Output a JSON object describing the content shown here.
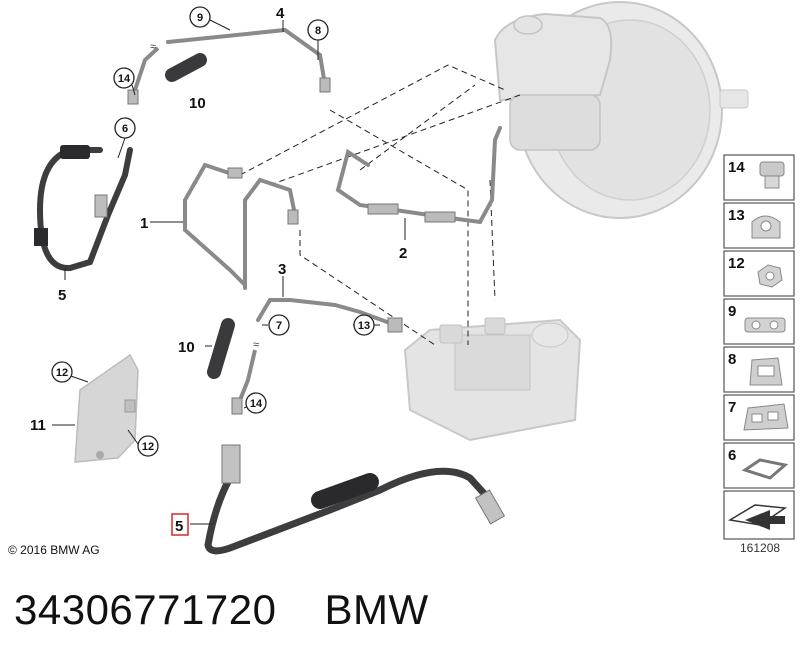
{
  "copyright": "© 2016 BMW AG",
  "diagram_id": "161208",
  "part_number": "34306771720",
  "brand": "BMW",
  "highlighted_callout": "5",
  "callouts": {
    "c1": "1",
    "c2": "2",
    "c3": "3",
    "c4": "4",
    "c5_top": "5",
    "c5_bottom": "5",
    "c6": "6",
    "c7": "7",
    "c8": "8",
    "c9": "9",
    "c10_top": "10",
    "c10_mid": "10",
    "c11": "11",
    "c12_a": "12",
    "c12_b": "12",
    "c13": "13",
    "c14_top": "14",
    "c14_mid": "14"
  },
  "side_parts": [
    {
      "num": "14",
      "icon": "push-clip-icon"
    },
    {
      "num": "13",
      "icon": "pipe-clip-icon"
    },
    {
      "num": "12",
      "icon": "hex-nut-icon"
    },
    {
      "num": "9",
      "icon": "double-clip-icon"
    },
    {
      "num": "8",
      "icon": "holder-clip-icon"
    },
    {
      "num": "7",
      "icon": "twin-holder-icon"
    },
    {
      "num": "6",
      "icon": "spring-clip-icon"
    },
    {
      "num": "",
      "icon": "arrow-sheet-icon"
    }
  ],
  "colors": {
    "highlight": "#d42a2a",
    "ghost": "#dcdcdc",
    "hose": "#3d3d40",
    "pipe": "#8a8a8a"
  }
}
